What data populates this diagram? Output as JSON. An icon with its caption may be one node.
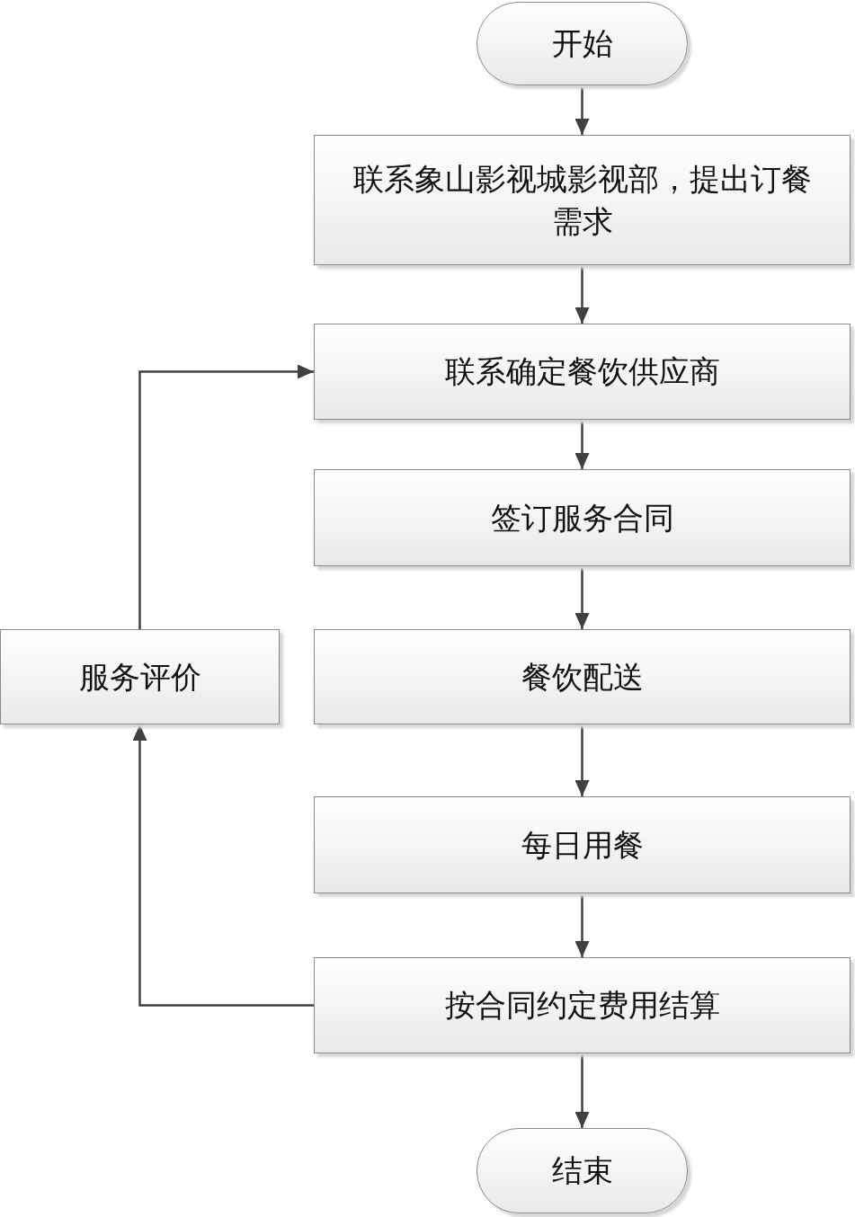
{
  "diagram": {
    "nodes": [
      {
        "text": [
          "开始"
        ]
      },
      {
        "text": [
          "联系象山影视城影视部，提出订餐需求"
        ]
      },
      {
        "text": [
          "联系确定餐饮供应商"
        ]
      },
      {
        "text": [
          "签订服务合同"
        ]
      },
      {
        "text": [
          "餐饮配送"
        ]
      },
      {
        "text": [
          "每日用餐"
        ]
      },
      {
        "text": [
          "按合同约定费用结算"
        ]
      },
      {
        "text": [
          "结束"
        ]
      },
      {
        "text": [
          "服务评价"
        ]
      }
    ],
    "edges": [
      {
        "from": 0,
        "to": 1,
        "arrow": "to"
      },
      {
        "from": 1,
        "to": 2,
        "arrow": "to"
      },
      {
        "from": 2,
        "to": 3,
        "arrow": "to"
      },
      {
        "from": 3,
        "to": 4,
        "arrow": "to"
      },
      {
        "from": 4,
        "to": 5,
        "arrow": "to"
      },
      {
        "from": 5,
        "to": 6,
        "arrow": "to"
      },
      {
        "from": 6,
        "to": 7,
        "arrow": "to"
      },
      {
        "from": 6,
        "to": 8,
        "arrow": "to"
      },
      {
        "from": 8,
        "to": 2,
        "arrow": "to"
      }
    ]
  }
}
